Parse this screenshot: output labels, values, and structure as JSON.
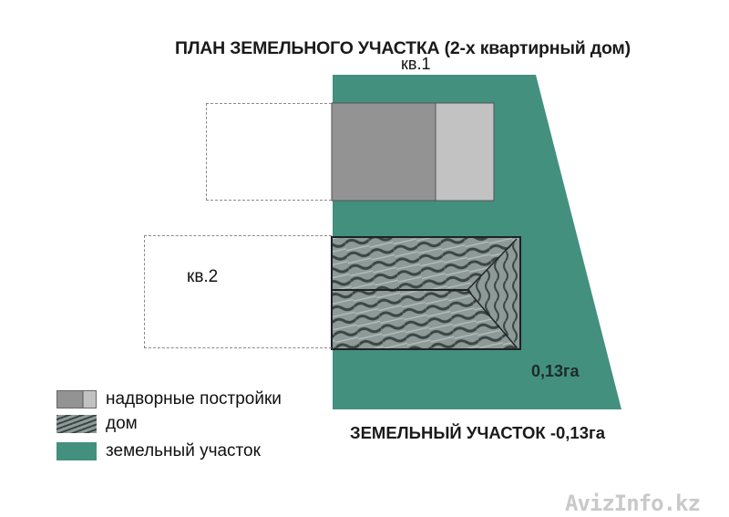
{
  "title": "ПЛАН ЗЕМЕЛЬНОГО УЧАСТКА (2-х квартирный дом)",
  "units": {
    "unit1_label": "кв.1",
    "unit2_label": "кв.2"
  },
  "plot": {
    "area_label": "0,13га",
    "color": "#43907f"
  },
  "outbuilding": {
    "dark_color": "#939393",
    "light_color": "#c2c2c2"
  },
  "house": {
    "roof_color": "#8e9a98",
    "stripe_color": "#3c4644"
  },
  "legend": {
    "items": [
      {
        "label": "надворные постройки",
        "icon": "outbuilding-swatch"
      },
      {
        "label": "дом",
        "icon": "house-roof-swatch"
      },
      {
        "label": "земельный участок",
        "icon": "land-plot-swatch"
      }
    ]
  },
  "bottom_title": "ЗЕМЕЛЬНЫЙ УЧАСТОК -0,13га",
  "watermark": "AvizInfo.kz"
}
